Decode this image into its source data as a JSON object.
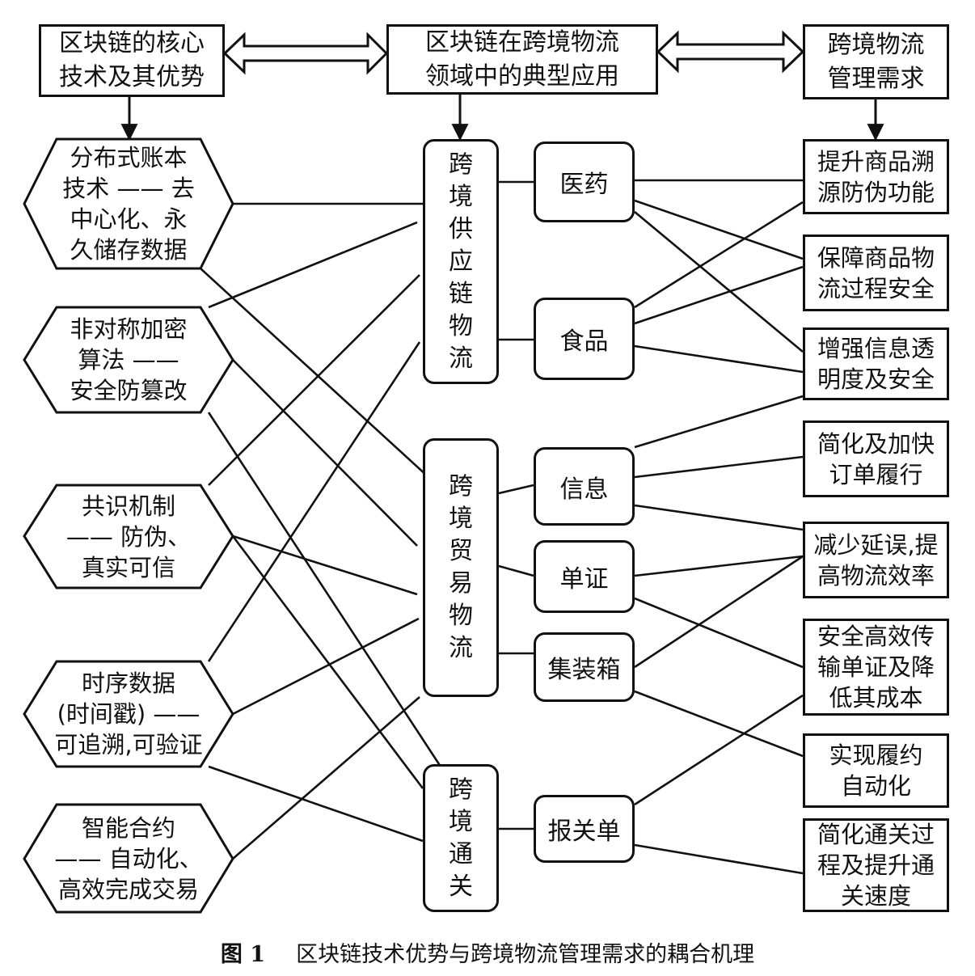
{
  "top": {
    "left": "区块链的核心\n技术及其优势",
    "center": "区块链在跨境物流\n领域中的典型应用",
    "right": "跨境物流\n管理需求"
  },
  "tech": [
    "分布式账本\n技术 —— 去\n中心化、永\n久储存数据",
    "非对称加密\n算法 ——\n安全防篡改",
    "共识机制\n—— 防伪、\n真实可信",
    "时序数据\n(时间戳) ——\n可追溯,可验证",
    "智能合约\n—— 自动化、\n高效完成交易"
  ],
  "fields": [
    "跨境供应链物流",
    "跨境贸易物流",
    "跨境通关"
  ],
  "apps": [
    "医药",
    "食品",
    "信息",
    "单证",
    "集装箱",
    "报关单"
  ],
  "needs": [
    "提升商品溯\n源防伪功能",
    "保障商品物\n流过程安全",
    "增强信息透\n明度及安全",
    "简化及加快\n订单履行",
    "减少延误,提\n高物流效率",
    "安全高效传\n输单证及降\n低其成本",
    "实现履约\n自动化",
    "简化通关过\n程及提升通\n关速度"
  ],
  "caption": {
    "figure": "图 1",
    "title": "区块链技术优势与跨境物流管理需求的耦合机理"
  }
}
